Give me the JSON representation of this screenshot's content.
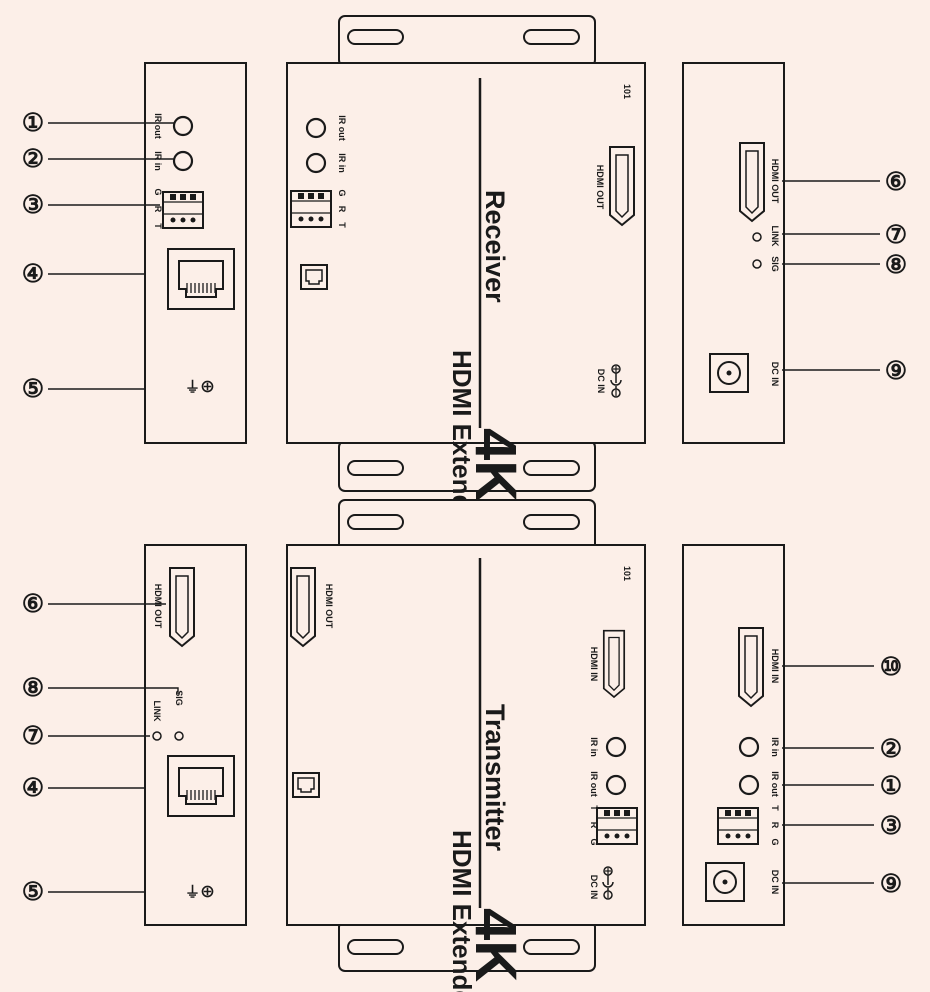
{
  "callouts": {
    "c1": "①",
    "c2": "②",
    "c3": "③",
    "c4": "④",
    "c5": "⑤",
    "c6": "⑥",
    "c7": "⑦",
    "c8": "⑧",
    "c9": "⑨",
    "c10": "⑩"
  },
  "labels": {
    "ir_out": "IR out",
    "ir_in": "IR in",
    "g": "G",
    "r": "R",
    "t": "T",
    "hdmi_out": "HDMI OUT",
    "hdmi_in": "HDMI IN",
    "link": "LINK",
    "sig": "SIG",
    "dc_in": "DC IN",
    "ground_symbol": "⏚⊕"
  },
  "receiver": {
    "brand": "4K",
    "title": "HDMI Extender",
    "subtitle": "Receiver",
    "model": "101"
  },
  "transmitter": {
    "brand": "4K",
    "title": "HDMI Extender",
    "subtitle": "Transmitter",
    "model": "101"
  }
}
